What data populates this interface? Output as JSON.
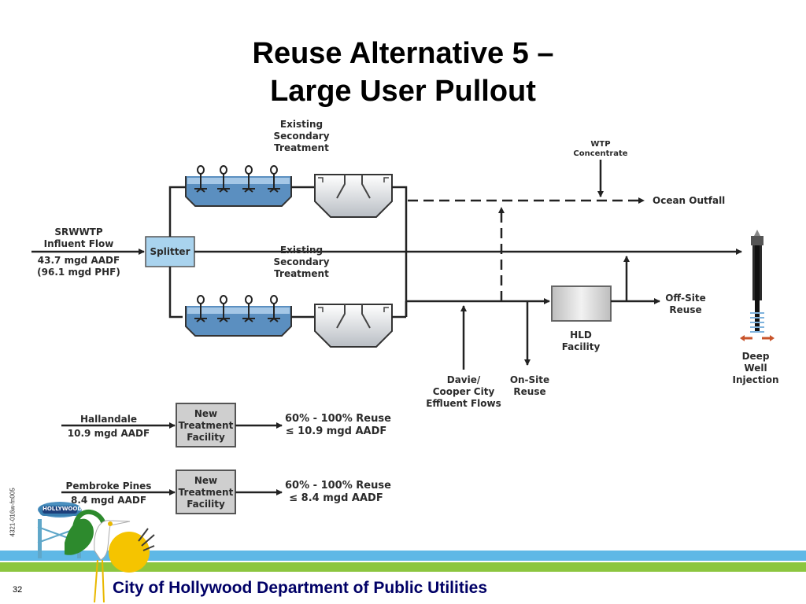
{
  "slide": {
    "title_line1": "Reuse Alternative 5 –",
    "title_line2": "Large User Pullout",
    "footer": "City of Hollywood Department of Public Utilities",
    "page_number": "32",
    "doc_code": "4321-016w-fn005",
    "logo_text": "HOLLYWOOD"
  },
  "diagram": {
    "top_treatment": [
      "Existing",
      "Secondary",
      "Treatment"
    ],
    "mid_treatment": [
      "Existing",
      "Secondary",
      "Treatment"
    ],
    "influent": [
      "SRWWTP",
      "Influent Flow"
    ],
    "influent_flow": [
      "43.7 mgd AADF",
      "(96.1 mgd PHF)"
    ],
    "splitter": "Splitter",
    "wtp": [
      "WTP",
      "Concentrate"
    ],
    "ocean_outfall": "Ocean Outfall",
    "offsite_reuse": [
      "Off-Site",
      "Reuse"
    ],
    "hld": [
      "HLD",
      "Facility"
    ],
    "davie": [
      "Davie/",
      "Cooper City",
      "Effluent Flows"
    ],
    "onsite": [
      "On-Site",
      "Reuse"
    ],
    "deep_well": [
      "Deep",
      "Well",
      "Injection"
    ],
    "hallandale": {
      "name": "Hallandale",
      "flow": "10.9 mgd AADF",
      "facility": [
        "New",
        "Treatment",
        "Facility"
      ],
      "reuse": "60% - 100% Reuse",
      "limit": "≤ 10.9 mgd AADF"
    },
    "pembroke": {
      "name": "Pembroke Pines",
      "flow": "8.4 mgd AADF",
      "facility": [
        "New",
        "Treatment",
        "Facility"
      ],
      "reuse": "60% - 100% Reuse",
      "limit": "≤ 8.4 mgd AADF"
    }
  },
  "colors": {
    "water": "#5b8fc0",
    "box": "#cfcfcf",
    "splitter": "#a9d3ee",
    "footer_text": "#000066",
    "band_blue": "#5fb8e6",
    "band_green": "#8cc63f"
  }
}
